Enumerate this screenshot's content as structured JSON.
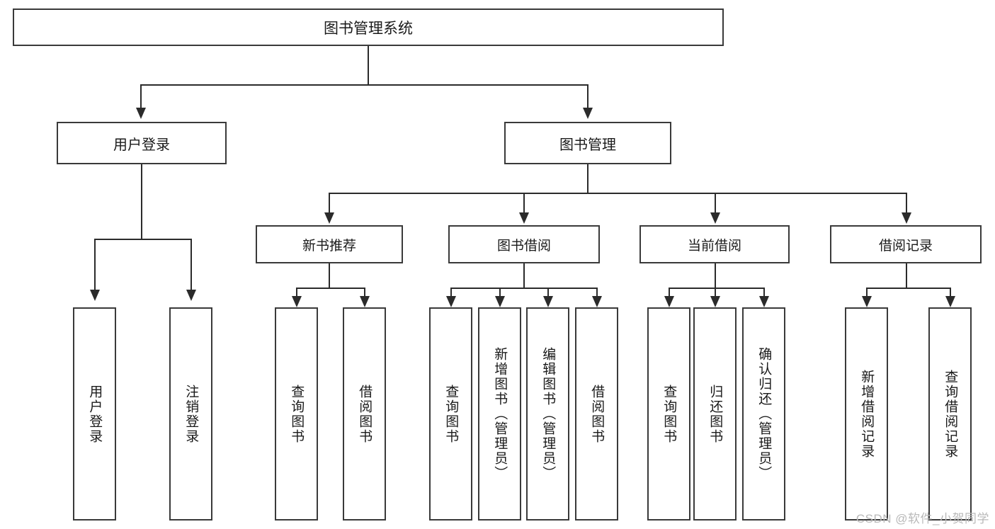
{
  "diagram": {
    "title": "图书管理系统",
    "type": "tree",
    "watermark": "CSDN @软件_小贺同学",
    "accent_color": "#3a3a3a",
    "line_color": "#2b2b2b",
    "background": "#ffffff"
  },
  "root": {
    "label": "图书管理系统"
  },
  "level2": [
    {
      "label": "用户登录"
    },
    {
      "label": "图书管理"
    }
  ],
  "level3": [
    {
      "label": "新书推荐"
    },
    {
      "label": "图书借阅"
    },
    {
      "label": "当前借阅"
    },
    {
      "label": "借阅记录"
    }
  ],
  "leaves": {
    "user_login": [
      {
        "label": "用户登录"
      },
      {
        "label": "注销登录"
      }
    ],
    "new_book": [
      {
        "label": "查询图书"
      },
      {
        "label": "借阅图书"
      }
    ],
    "book_borrow": [
      {
        "label": "查询图书"
      },
      {
        "label": "新增图书（管理员）"
      },
      {
        "label": "编辑图书（管理员）"
      },
      {
        "label": "借阅图书"
      }
    ],
    "current_borrow": [
      {
        "label": "查询图书"
      },
      {
        "label": "归还图书"
      },
      {
        "label": "确认归还（管理员）"
      }
    ],
    "borrow_record": [
      {
        "label": "新增借阅记录"
      },
      {
        "label": "查询借阅记录"
      }
    ]
  }
}
